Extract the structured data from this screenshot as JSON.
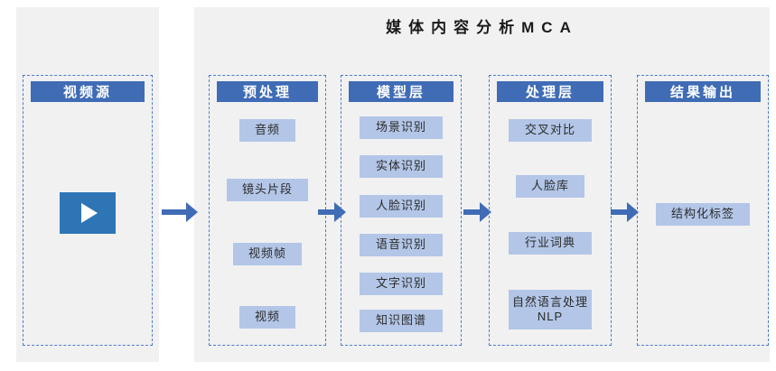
{
  "title": "媒体内容分析MCA",
  "columns": [
    {
      "header": "视频源",
      "items": []
    },
    {
      "header": "预处理",
      "items": [
        "音频",
        "镜头片段",
        "视频帧",
        "视频"
      ]
    },
    {
      "header": "模型层",
      "items": [
        "场景识别",
        "实体识别",
        "人脸识别",
        "语音识别",
        "文字识别",
        "知识图谱"
      ]
    },
    {
      "header": "处理层",
      "items": [
        "交叉对比",
        "人脸库",
        "行业词典",
        "自然语言处理NLP"
      ]
    },
    {
      "header": "结果输出",
      "items": [
        "结构化标签"
      ]
    }
  ],
  "icons": [
    "play-icon",
    "flow-arrow-icon"
  ],
  "colors": {
    "header_blue": "#3f6cb5",
    "item_light_blue": "#b3c6e7",
    "arrow_blue": "#3f6cb5",
    "play_button_blue": "#2e75b6",
    "dashed_border_blue": "#4a7cc9",
    "panel_gray": "#f1f1f2",
    "title_text": "#1a1a1a"
  }
}
